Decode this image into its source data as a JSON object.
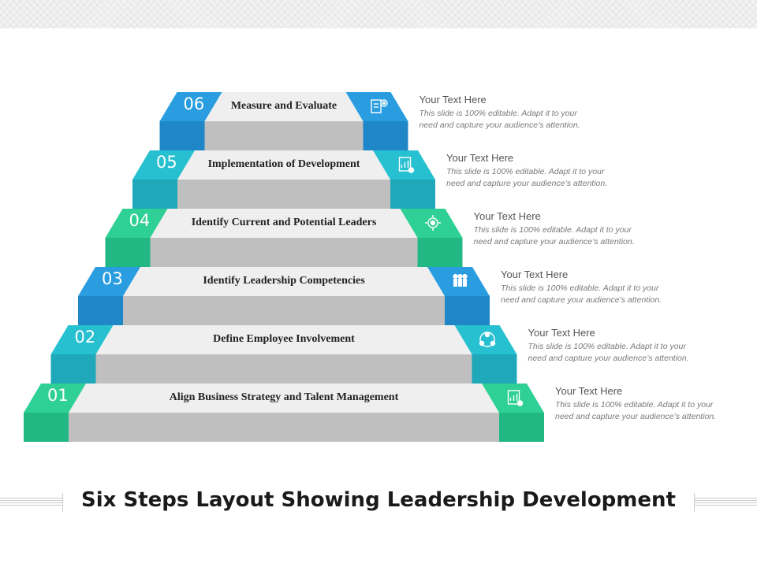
{
  "title": "Six Steps Layout Showing Leadership Development",
  "steps": [
    {
      "number": "01",
      "label": "Align Business Strategy and Talent Management",
      "icon": "chart-gear-icon",
      "color": "#2ed096",
      "dark": "#22b884",
      "desc_title": "Your Text Here",
      "desc_body": "This slide is 100% editable. Adapt it to your need and capture your audience’s attention."
    },
    {
      "number": "02",
      "label": "Define Employee Involvement",
      "icon": "team-network-icon",
      "color": "#27c0d0",
      "dark": "#1ea8b9",
      "desc_title": "Your Text Here",
      "desc_body": "This slide is 100% editable. Adapt it to your need and capture your audience’s attention."
    },
    {
      "number": "03",
      "label": "Identify Leadership Competencies",
      "icon": "leader-group-icon",
      "color": "#2a9de0",
      "dark": "#1f87c7",
      "desc_title": "Your Text Here",
      "desc_body": "This slide is 100% editable. Adapt it to your need and capture your audience’s attention."
    },
    {
      "number": "04",
      "label": "Identify Current and Potential Leaders",
      "icon": "target-gear-icon",
      "color": "#2ed096",
      "dark": "#22b884",
      "desc_title": "Your Text Here",
      "desc_body": "This slide is 100% editable. Adapt it to your need and capture your audience’s attention."
    },
    {
      "number": "05",
      "label": "Implementation of Development",
      "icon": "report-chart-icon",
      "color": "#27c0d0",
      "dark": "#1ea8b9",
      "desc_title": "Your Text Here",
      "desc_body": "This slide is 100% editable. Adapt it to your need and capture your audience’s attention."
    },
    {
      "number": "06",
      "label": "Measure and Evaluate",
      "icon": "document-gear-icon",
      "color": "#2a9de0",
      "dark": "#1f87c7",
      "desc_title": "Your Text Here",
      "desc_body": "This slide is 100% editable. Adapt it to your need and capture your audience’s attention."
    }
  ]
}
